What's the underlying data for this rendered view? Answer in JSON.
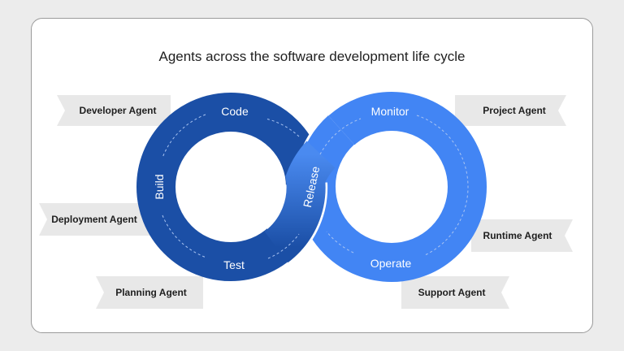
{
  "title": "Agents across the software development life cycle",
  "colors": {
    "dev_loop": "#1b4fa6",
    "ops_loop": "#4285f4",
    "banner": "#e8e8e8"
  },
  "stages": {
    "code": "Code",
    "build": "Build",
    "test": "Test",
    "release": "Release",
    "monitor": "Monitor",
    "operate": "Operate"
  },
  "agents": {
    "developer": "Developer Agent",
    "deployment": "Deployment Agent",
    "planning": "Planning Agent",
    "project": "Project Agent",
    "runtime": "Runtime Agent",
    "support": "Support Agent"
  }
}
